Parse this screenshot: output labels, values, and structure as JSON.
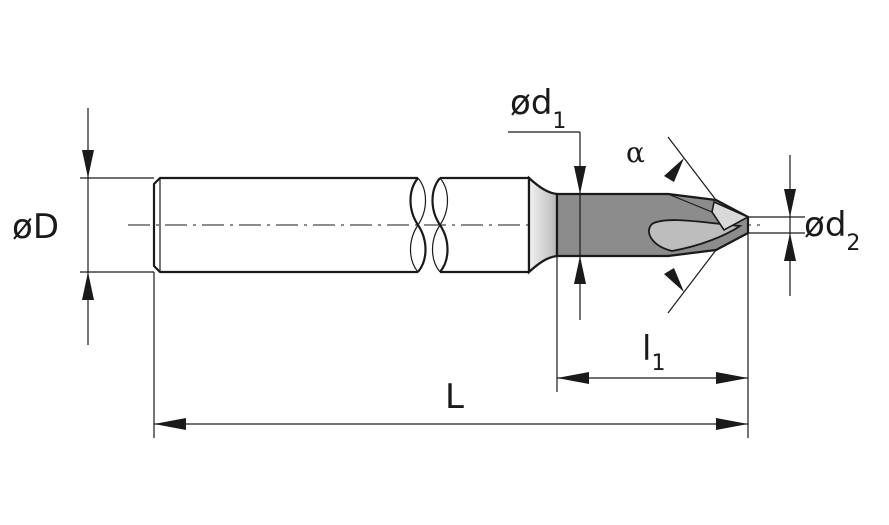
{
  "labels": {
    "D_prefix": "ø",
    "D_main": "D",
    "d1_prefix": "ø",
    "d1_main": "d",
    "d1_sub": "1",
    "d2_prefix": "ø",
    "d2_main": "d",
    "d2_sub": "2",
    "alpha": "α",
    "l1_main": "l",
    "l1_sub": "1",
    "L": "L"
  },
  "colors": {
    "line": "#1a1a1a",
    "flute_gray": "#8c8c8c",
    "neck_gray": "#c8c8c8",
    "background": "#ffffff"
  }
}
